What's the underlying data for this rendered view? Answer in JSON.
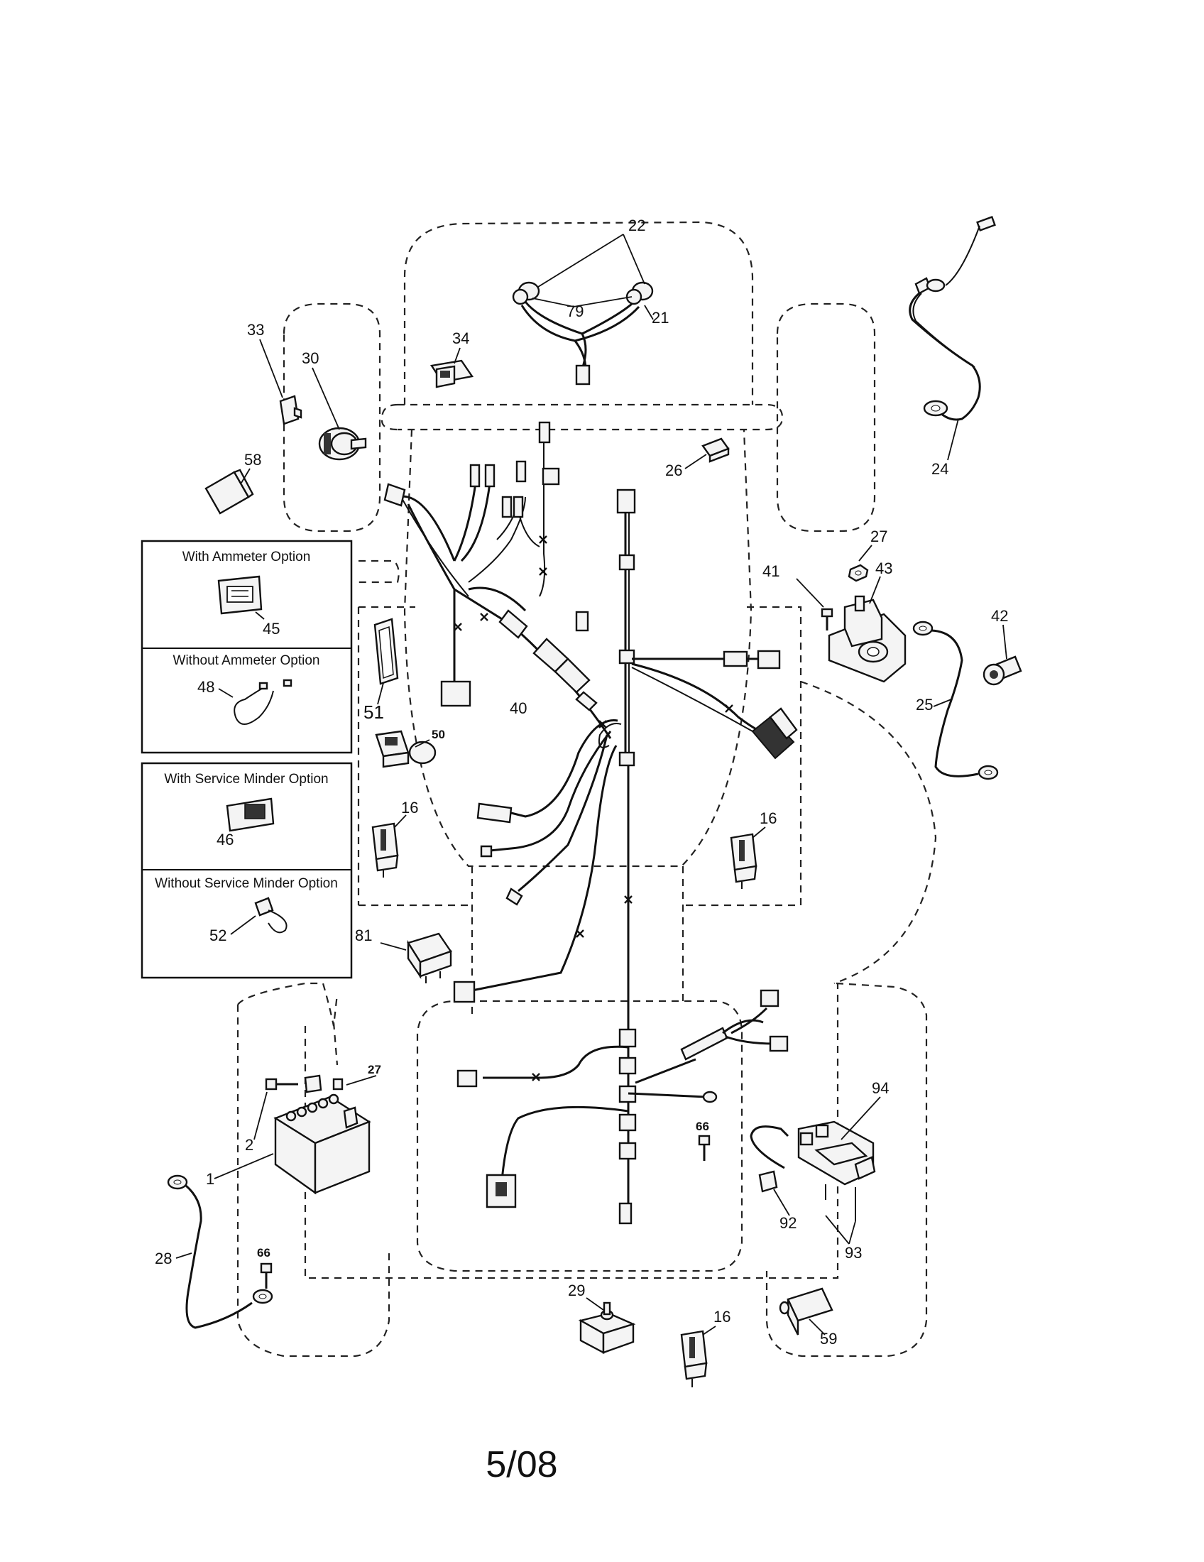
{
  "diagram": {
    "option_boxes": {
      "ammeter_with": "With Ammeter Option",
      "ammeter_without": "Without Ammeter Option",
      "service_with": "With Service Minder Option",
      "service_without": "Without Service Minder Option"
    },
    "callouts": {
      "c22": "22",
      "c79": "79",
      "c21": "21",
      "c34": "34",
      "c33": "33",
      "c30": "30",
      "c58": "58",
      "c24": "24",
      "c26": "26",
      "c27a": "27",
      "c41": "41",
      "c43": "43",
      "c42": "42",
      "c25": "25",
      "c45": "45",
      "c48": "48",
      "c51": "51",
      "c40": "40",
      "c50": "50",
      "c16a": "16",
      "c16b": "16",
      "c46": "46",
      "c52": "52",
      "c81": "81",
      "c27b": "27",
      "c2": "2",
      "c1": "1",
      "c66a": "66",
      "c94": "94",
      "c92": "92",
      "c93": "93",
      "c28": "28",
      "c66b": "66",
      "c29": "29",
      "c16c": "16",
      "c59": "59"
    },
    "footer": "5/08"
  }
}
